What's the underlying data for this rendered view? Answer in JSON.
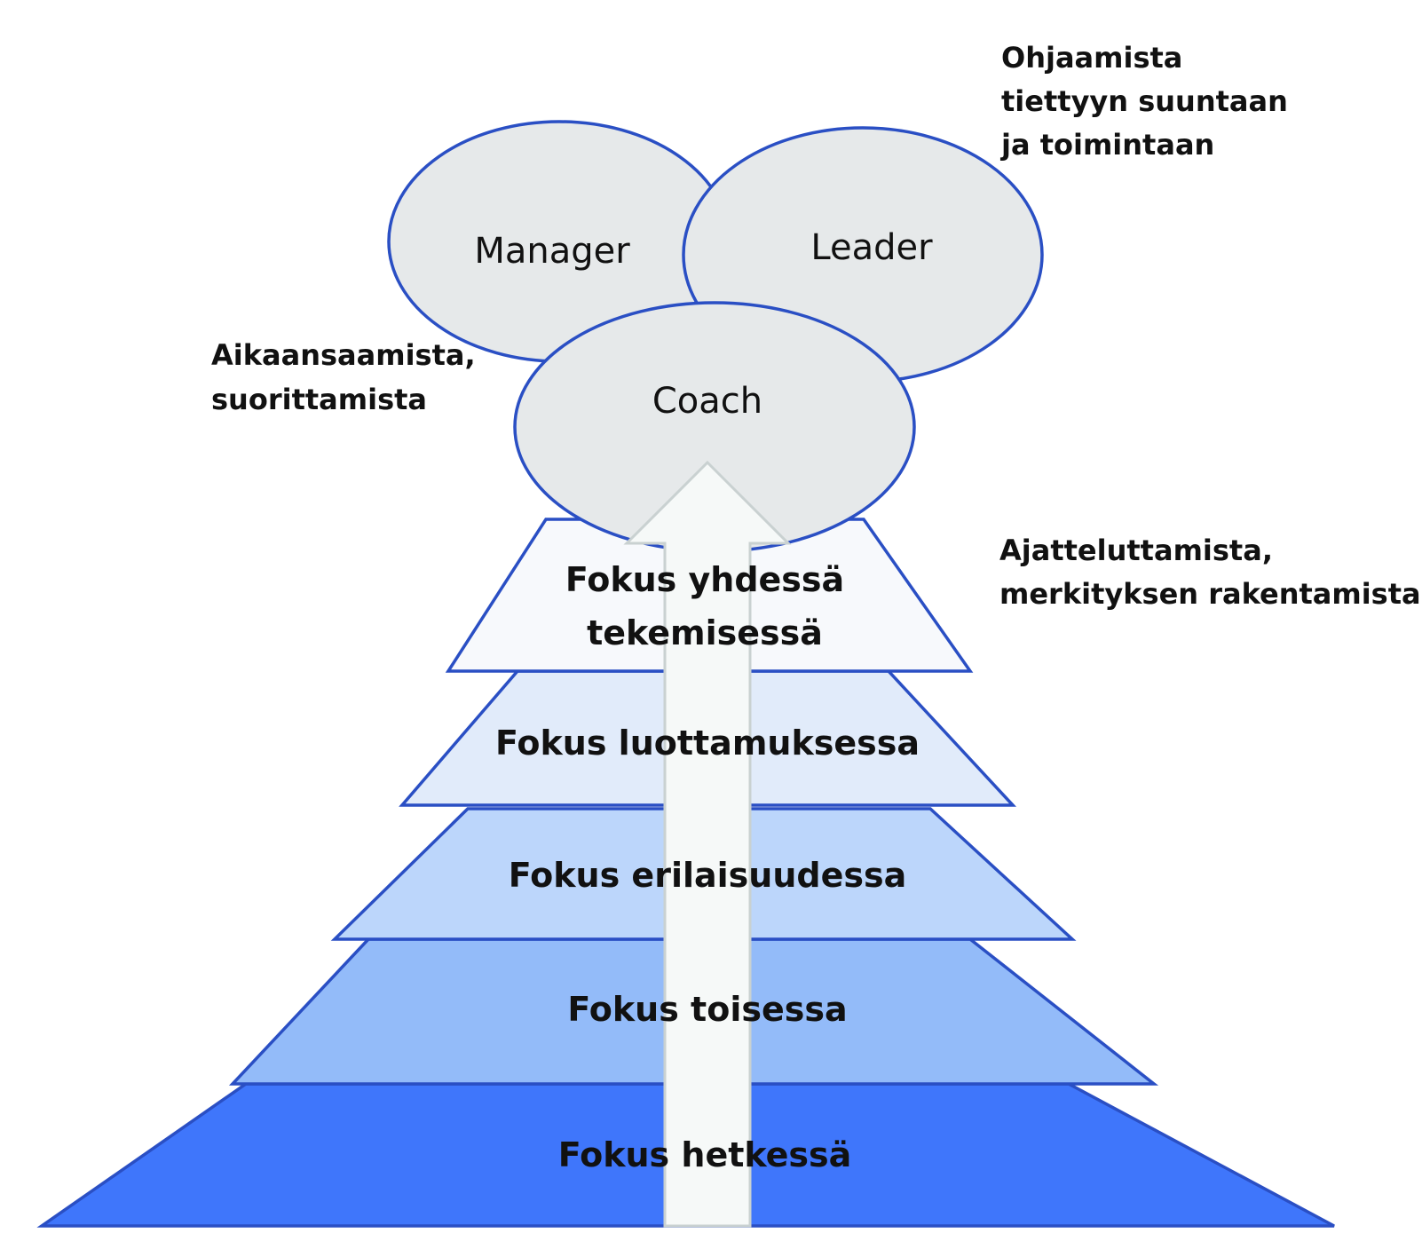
{
  "roles": {
    "manager": "Manager",
    "leader": "Leader",
    "coach": "Coach"
  },
  "notes": {
    "leader": [
      "Ohjaamista",
      "tiettyyn suuntaan",
      "ja toimintaan"
    ],
    "manager": [
      "Aikaansaamista,",
      "suorittamista"
    ],
    "coach": [
      "Ajatteluttamista,",
      "merkityksen rakentamista"
    ]
  },
  "tiers": [
    {
      "lines": [
        "Fokus yhdessä",
        "tekemisessä"
      ],
      "color": "#f7f9fc"
    },
    {
      "lines": [
        "Fokus luottamuksessa"
      ],
      "color": "#e1ebfa"
    },
    {
      "lines": [
        "Fokus erilaisuudessa"
      ],
      "color": "#bcd6fb"
    },
    {
      "lines": [
        "Fokus toisessa"
      ],
      "color": "#93bbf9"
    },
    {
      "lines": [
        "Fokus hetkessä"
      ],
      "color": "#3f76fb"
    }
  ],
  "colors": {
    "outline": "#2a4fc4",
    "ellipse_fill": "#e6e9ea",
    "arrow_fill": "#f6f9f8",
    "arrow_stroke": "#c9d1d1"
  }
}
